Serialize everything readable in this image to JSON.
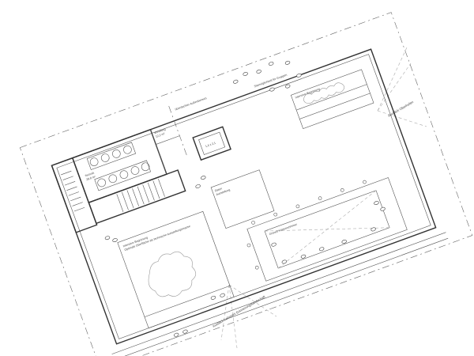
{
  "plan": {
    "rooms": {
      "technik": {
        "name": "Technik",
        "area": "28,8 m²"
      },
      "windfang": {
        "name": "Windfang",
        "area": "12,2 m²"
      },
      "aussenbereich": {
        "name": "überdachter Außenbereich"
      },
      "aufzug": {
        "size": "1,4 x 2,1"
      },
      "daten": {
        "line1": "Daten",
        "line2": "Ausstellung"
      },
      "sitz": {
        "name": "Sitzmöglichkeit für Gruppen"
      },
      "innen_gruen": {
        "name": "Intensive Begrünung"
      },
      "grosse_flaeche": {
        "line1": "Intensive Begrünung",
        "line2": "Optimale Oberfläche als technische Ausstellungsmasse"
      },
      "klassenzimmer": {
        "name": "Grünes Klassenzimmer"
      }
    },
    "views": {
      "oberhofen": "Ausblick Oberhofen",
      "lehrpark": "Ausblick Lehrpark Erinnerungslandschaft"
    }
  }
}
